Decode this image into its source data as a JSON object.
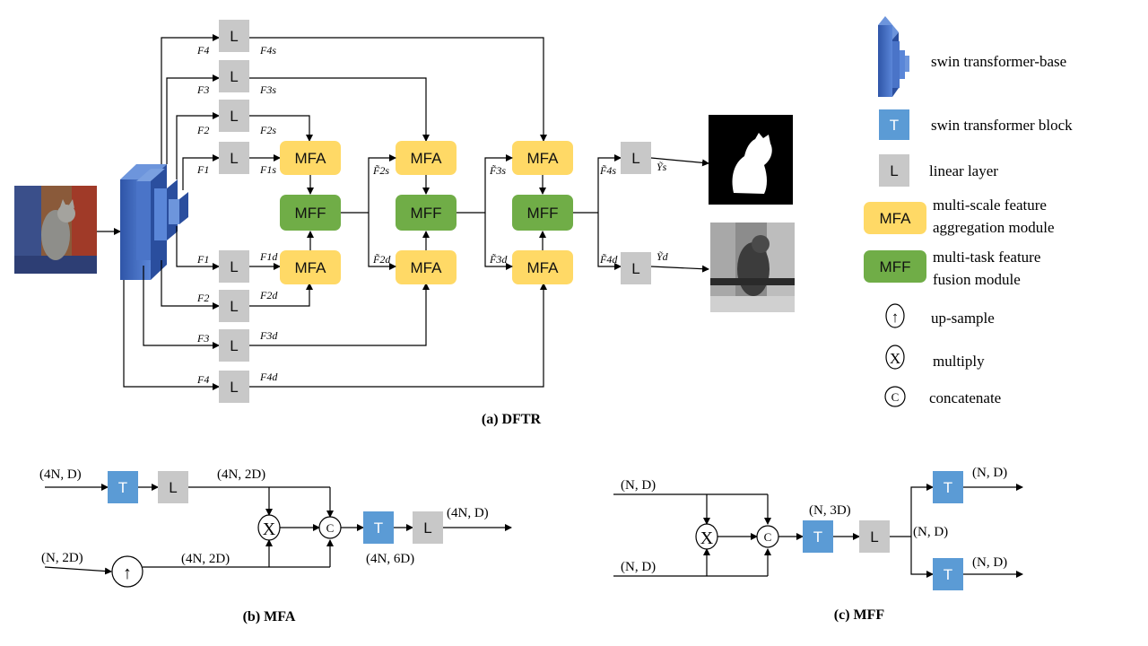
{
  "captions": {
    "dftr": "(a) DFTR",
    "mfa": "(b) MFA",
    "mff": "(c) MFF"
  },
  "blocks": {
    "L": "L",
    "T": "T",
    "MFA": "MFA",
    "MFF": "MFF",
    "upsample": "↑",
    "multiply": "X",
    "concat": "C"
  },
  "dftr": {
    "features_top": [
      "F4",
      "F3",
      "F2",
      "F1"
    ],
    "features_bottom": [
      "F1",
      "F2",
      "F3",
      "F4"
    ],
    "outputs_s": [
      "F4s",
      "F3s",
      "F2s",
      "F1s"
    ],
    "outputs_d": [
      "F1d",
      "F2d",
      "F3d",
      "F4d"
    ],
    "tilde_s": [
      "F̃2s",
      "F̃3s",
      "F̃4s"
    ],
    "tilde_d": [
      "F̃2d",
      "F̃3d",
      "F̃4d"
    ],
    "pred_s": "Ỹs",
    "pred_d": "Ỹd"
  },
  "legend": [
    {
      "key": "backbone",
      "text": "swin transformer-base"
    },
    {
      "key": "T",
      "text": "swin transformer block"
    },
    {
      "key": "L",
      "text": "linear layer"
    },
    {
      "key": "MFA",
      "text": "multi-scale feature aggregation module",
      "lines": [
        "multi-scale feature",
        "aggregation module"
      ]
    },
    {
      "key": "MFF",
      "text": "multi-task feature fusion module",
      "lines": [
        "multi-task feature",
        "fusion module"
      ]
    },
    {
      "key": "upsample",
      "text": "up-sample"
    },
    {
      "key": "multiply",
      "text": "multiply"
    },
    {
      "key": "concat",
      "text": "concatenate"
    }
  ],
  "mfa_dims": {
    "in_top": "(4N, D)",
    "after_L": "(4N, 2D)",
    "in_bottom": "(N, 2D)",
    "after_up": "(4N, 2D)",
    "concat": "(4N, 6D)",
    "out": "(4N, D)"
  },
  "mff_dims": {
    "in_top": "(N, D)",
    "in_bottom": "(N, D)",
    "concat": "(N, 3D)",
    "after_L": "(N, D)",
    "out_top": "(N, D)",
    "out_bottom": "(N, D)"
  },
  "colors": {
    "L": "#c8c8c8",
    "T": "#5b9bd5",
    "MFA": "#ffd966",
    "MFF": "#70ad47",
    "backbone": "#4472c4"
  }
}
